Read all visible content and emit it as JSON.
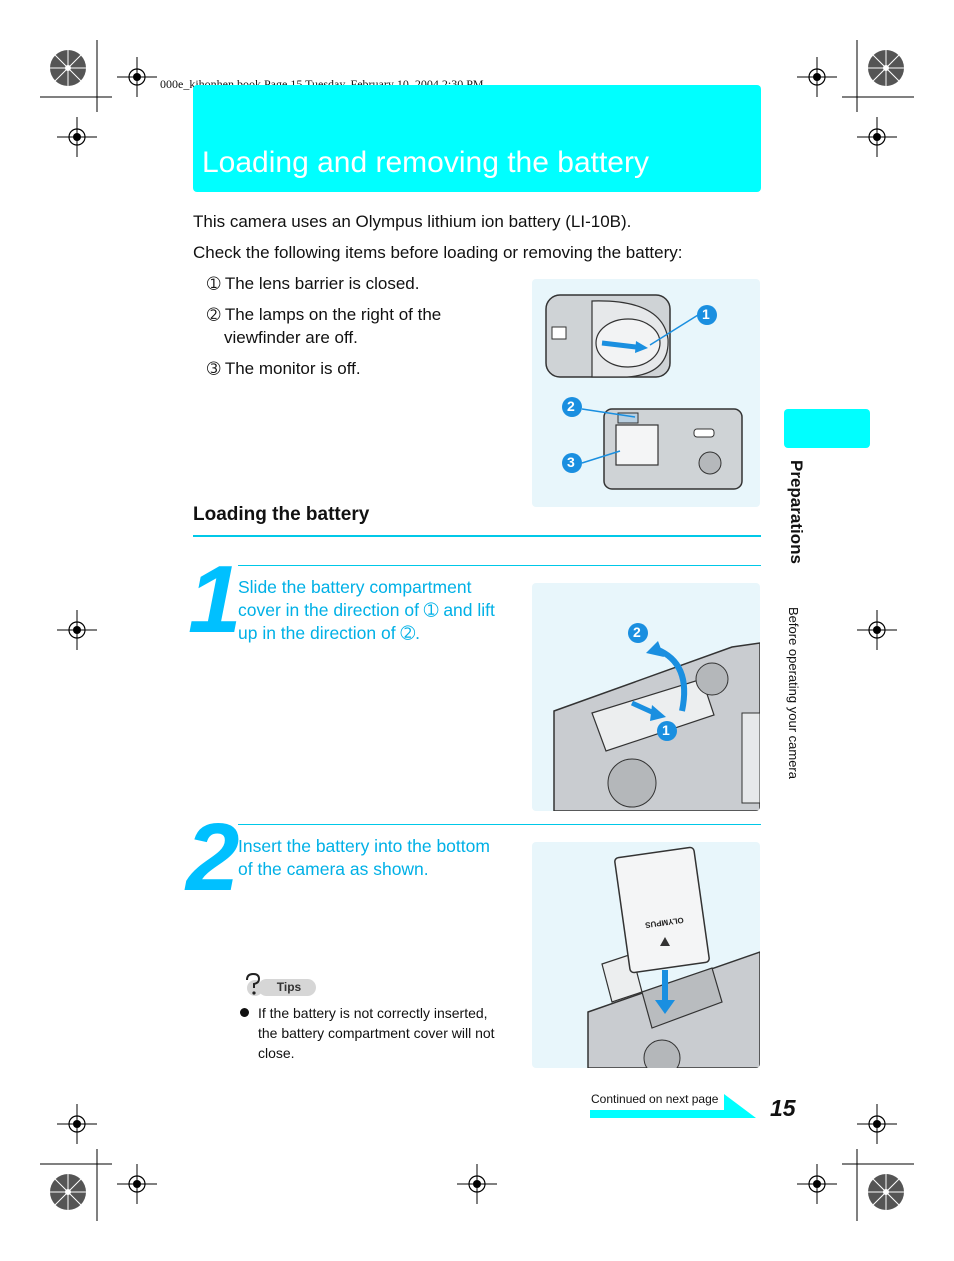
{
  "header": {
    "book_line": "000e_kihonhen.book  Page 15  Tuesday, February 10, 2004  2:30 PM",
    "title": "Loading and removing the battery"
  },
  "intro": {
    "line1": "This camera uses an Olympus lithium ion battery (LI-10B).",
    "line2": "Check the following items before loading or removing the battery:",
    "checks": [
      {
        "num": "➀",
        "text": "The lens barrier is closed."
      },
      {
        "num": "➁",
        "text": "The lamps on the right of the",
        "text2": "viewfinder are off."
      },
      {
        "num": "➂",
        "text": "The monitor is off."
      }
    ],
    "callouts": [
      "1",
      "2",
      "3"
    ]
  },
  "section": {
    "heading": "Loading the battery"
  },
  "steps": [
    {
      "digit": "1",
      "lines": [
        "Slide the battery compartment",
        "cover in the direction of ➀ and lift",
        "up in the direction of ➁."
      ],
      "callouts": [
        "2",
        "1"
      ]
    },
    {
      "digit": "2",
      "lines": [
        "Insert the battery into the bottom",
        "of the camera as shown."
      ],
      "battery_brand": "OLYMPUS"
    }
  ],
  "tips": {
    "label": "Tips",
    "icon": "question-mark-icon",
    "lines": [
      "If the battery is not correctly inserted,",
      "the battery compartment cover will not",
      "close."
    ]
  },
  "sidebar": {
    "chapter": "Preparations",
    "subsection": "Before operating your camera"
  },
  "footer": {
    "continued": "Continued on next page",
    "page_number": "15"
  },
  "colors": {
    "accent_cyan": "#00ffff",
    "step_blue": "#00b0e6",
    "callout_blue": "#1a8fe0",
    "photo_bg": "#e8f6fb"
  }
}
